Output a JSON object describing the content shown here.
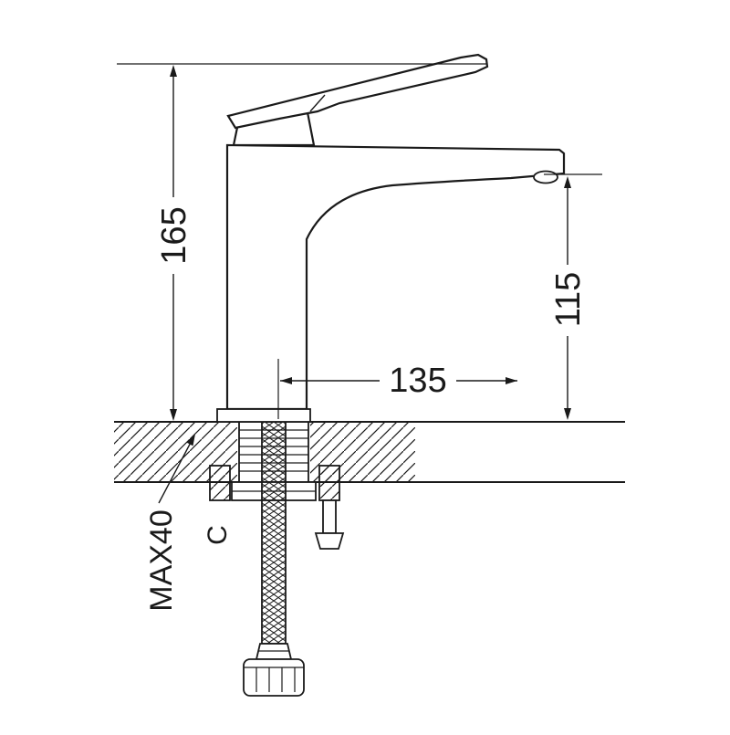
{
  "figure": {
    "type": "technical-drawing",
    "subject": "single-lever basin mixer faucet, side elevation with installation dimensions",
    "background": "#ffffff",
    "line_color": "#1a1a1a",
    "dimensions": {
      "overall_height": "165",
      "spout_height": "115",
      "spout_reach": "135",
      "max_mounting_thickness": "MAX40",
      "clamp_label": "C"
    }
  }
}
